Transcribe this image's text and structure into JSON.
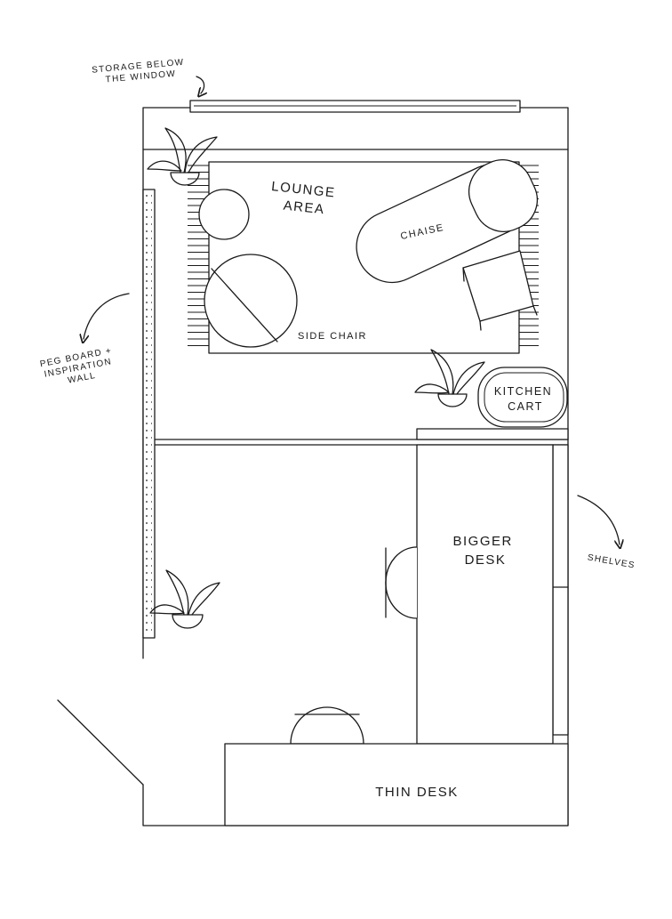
{
  "labels": {
    "storage": [
      "STORAGE BELOW",
      "THE WINDOW"
    ],
    "lounge": [
      "LOUNGE",
      "AREA"
    ],
    "chaise": "CHAISE",
    "side_chair": "SIDE CHAIR",
    "peg_board": [
      "PEG BOARD +",
      "INSPIRATION",
      "WALL"
    ],
    "kitchen_cart": [
      "KITCHEN",
      "CART"
    ],
    "bigger_desk": [
      "BIGGER",
      "DESK"
    ],
    "shelves": "SHELVES",
    "thin_desk": "THIN DESK"
  },
  "colors": {
    "stroke": "#1a1a1a",
    "background": "#ffffff"
  }
}
